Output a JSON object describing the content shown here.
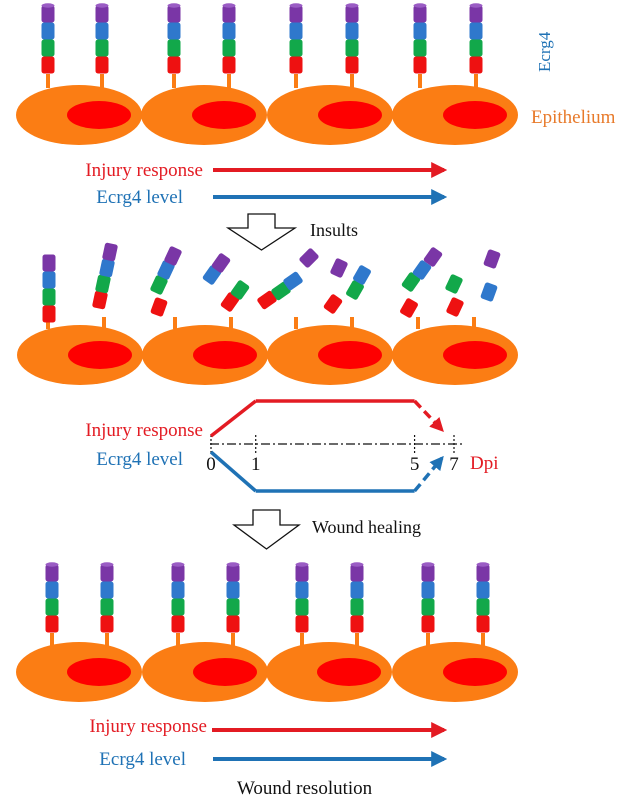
{
  "colors": {
    "cell": "#fb7d14",
    "nucleus": "#fe0000",
    "stalk": "#fb7d14",
    "seg_red": "#ee1111",
    "seg_green": "#12a84a",
    "seg_blue": "#2f78cc",
    "seg_purple": "#7a36a6",
    "injury": "#e31b23",
    "ecrg4": "#1f72b5",
    "epithelium_label": "#e87a2a",
    "text": "#111111"
  },
  "labels": {
    "ecrg4_vertical": "Ecrg4",
    "epithelium": "Epithelium"
  },
  "panels": [
    {
      "id": "baseline",
      "state": "intact",
      "legend": {
        "injury_label": "Injury response",
        "ecrg4_label": "Ecrg4 level",
        "injury_trend": "constant",
        "ecrg4_trend": "constant"
      }
    },
    {
      "id": "injury",
      "state": "cleaved",
      "timeline": {
        "injury_label": "Injury response",
        "ecrg4_label": "Ecrg4 level",
        "axis_unit": "Dpi",
        "ticks": [
          "0",
          "1",
          "5",
          "7"
        ],
        "injury_profile": [
          {
            "dpi": 0,
            "level": "baseline"
          },
          {
            "dpi": 1,
            "level": "high"
          },
          {
            "dpi": 5,
            "level": "high"
          },
          {
            "dpi": 7,
            "level": "baseline",
            "projected": true
          }
        ],
        "ecrg4_profile": [
          {
            "dpi": 0,
            "level": "baseline"
          },
          {
            "dpi": 1,
            "level": "low"
          },
          {
            "dpi": 5,
            "level": "low"
          },
          {
            "dpi": 7,
            "level": "baseline",
            "projected": true
          }
        ]
      }
    },
    {
      "id": "resolution",
      "state": "intact",
      "legend": {
        "injury_label": "Injury response",
        "ecrg4_label": "Ecrg4 level",
        "injury_trend": "constant",
        "ecrg4_trend": "constant"
      },
      "caption": "Wound resolution"
    }
  ],
  "transitions": [
    {
      "label": "Insults"
    },
    {
      "label": "Wound healing"
    }
  ]
}
